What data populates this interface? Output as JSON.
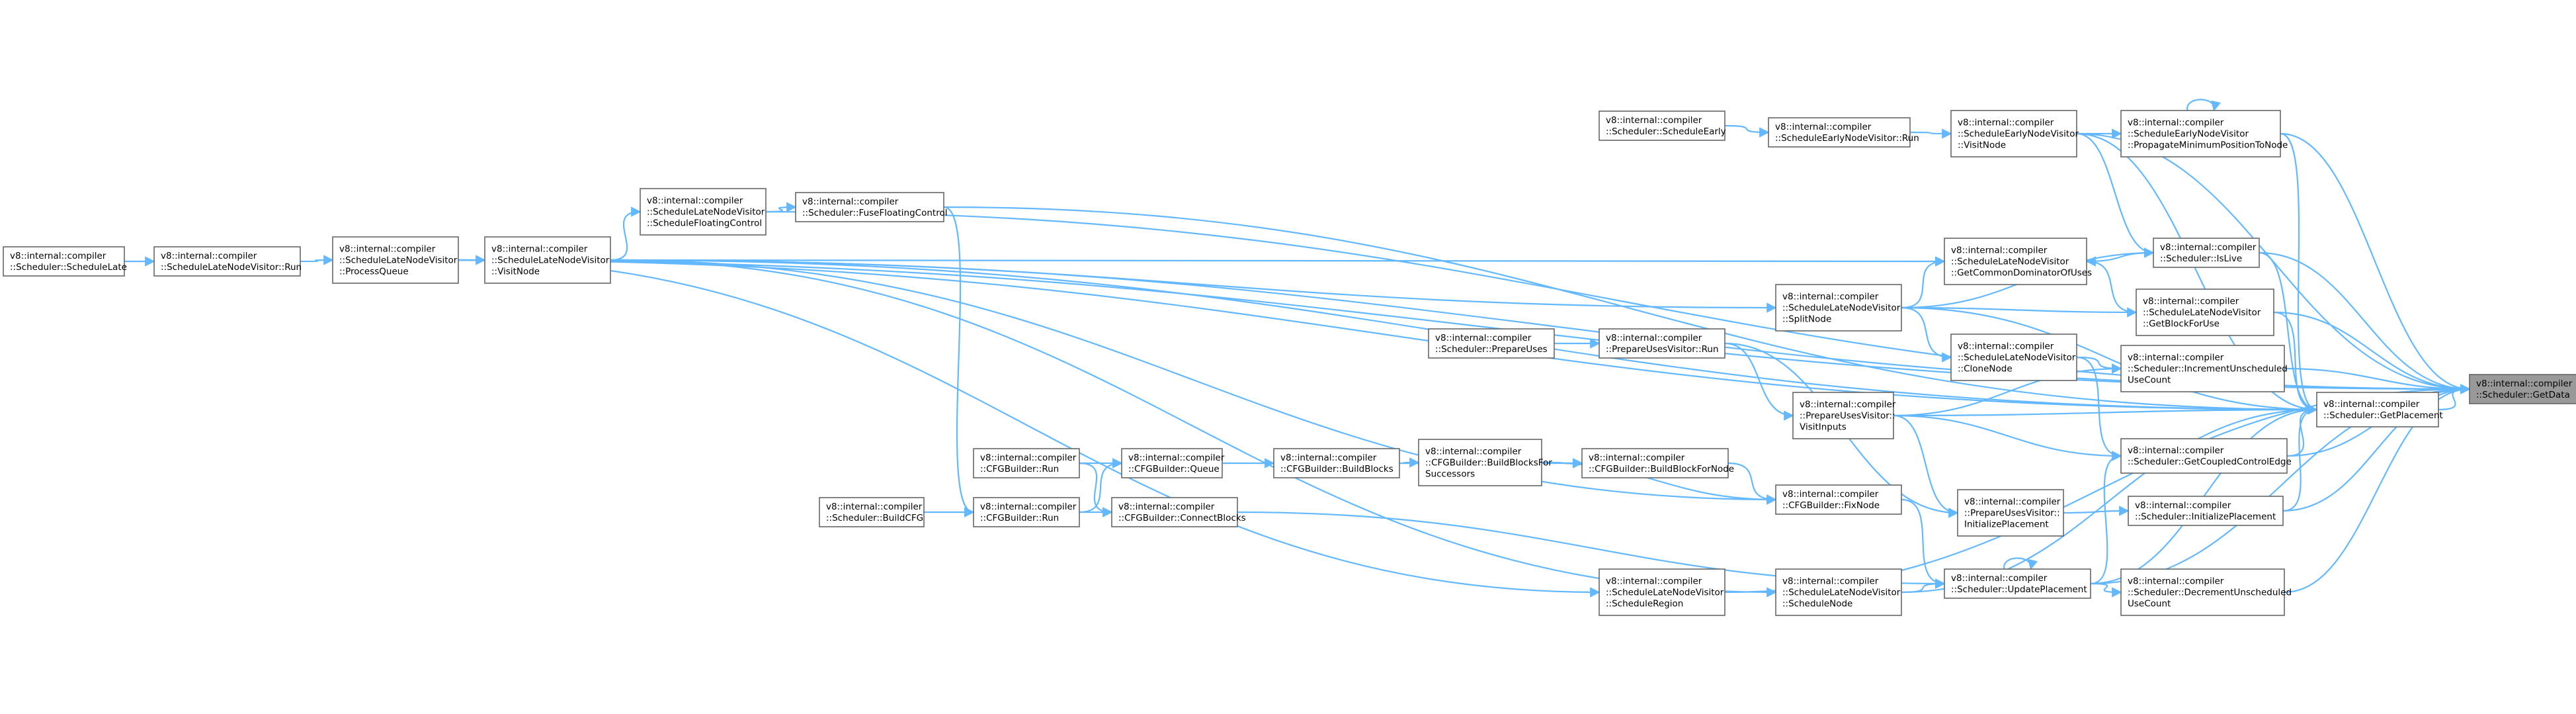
{
  "graph": {
    "nodes": [
      {
        "id": "getdata",
        "lines": [
          "v8::internal::compiler",
          "::Scheduler::GetData"
        ],
        "highlight": true
      },
      {
        "id": "getplacement",
        "lines": [
          "v8::internal::compiler",
          "::Scheduler::GetPlacement"
        ]
      },
      {
        "id": "propagate",
        "lines": [
          "v8::internal::compiler",
          "::ScheduleEarlyNodeVisitor",
          "::PropagateMinimumPositionToNode"
        ]
      },
      {
        "id": "islive",
        "lines": [
          "v8::internal::compiler",
          "::Scheduler::IsLive"
        ]
      },
      {
        "id": "getblockforuse",
        "lines": [
          "v8::internal::compiler",
          "::ScheduleLateNodeVisitor",
          "::GetBlockForUse"
        ]
      },
      {
        "id": "incrementunscheduled",
        "lines": [
          "v8::internal::compiler",
          "::Scheduler::IncrementUnscheduled",
          "UseCount"
        ]
      },
      {
        "id": "getcoupled",
        "lines": [
          "v8::internal::compiler",
          "::Scheduler::GetCoupledControlEdge"
        ]
      },
      {
        "id": "initializeplacement",
        "lines": [
          "v8::internal::compiler",
          "::Scheduler::InitializePlacement"
        ]
      },
      {
        "id": "decrementunscheduled",
        "lines": [
          "v8::internal::compiler",
          "::Scheduler::DecrementUnscheduled",
          "UseCount"
        ]
      },
      {
        "id": "earlyvisitnode",
        "lines": [
          "v8::internal::compiler",
          "::ScheduleEarlyNodeVisitor",
          "::VisitNode"
        ]
      },
      {
        "id": "getcommondom",
        "lines": [
          "v8::internal::compiler",
          "::ScheduleLateNodeVisitor",
          "::GetCommonDominatorOfUses"
        ]
      },
      {
        "id": "clonenode",
        "lines": [
          "v8::internal::compiler",
          "::ScheduleLateNodeVisitor",
          "::CloneNode"
        ]
      },
      {
        "id": "prepareusesinit",
        "lines": [
          "v8::internal::compiler",
          "::PrepareUsesVisitor::",
          "InitializePlacement"
        ]
      },
      {
        "id": "updateplacement",
        "lines": [
          "v8::internal::compiler",
          "::Scheduler::UpdatePlacement"
        ]
      },
      {
        "id": "earlyrun",
        "lines": [
          "v8::internal::compiler",
          "::ScheduleEarlyNodeVisitor::Run"
        ]
      },
      {
        "id": "splitnode",
        "lines": [
          "v8::internal::compiler",
          "::ScheduleLateNodeVisitor",
          "::SplitNode"
        ]
      },
      {
        "id": "visitinputs",
        "lines": [
          "v8::internal::compiler",
          "::PrepareUsesVisitor::",
          "VisitInputs"
        ]
      },
      {
        "id": "fixnode",
        "lines": [
          "v8::internal::compiler",
          "::CFGBuilder::FixNode"
        ]
      },
      {
        "id": "schedulenode",
        "lines": [
          "v8::internal::compiler",
          "::ScheduleLateNodeVisitor",
          "::ScheduleNode"
        ]
      },
      {
        "id": "scheduleearly",
        "lines": [
          "v8::internal::compiler",
          "::Scheduler::ScheduleEarly"
        ]
      },
      {
        "id": "prepareusesrun",
        "lines": [
          "v8::internal::compiler",
          "::PrepareUsesVisitor::Run"
        ]
      },
      {
        "id": "buildblockfornode",
        "lines": [
          "v8::internal::compiler",
          "::CFGBuilder::BuildBlockForNode"
        ]
      },
      {
        "id": "scheduleregion",
        "lines": [
          "v8::internal::compiler",
          "::ScheduleLateNodeVisitor",
          "::ScheduleRegion"
        ]
      },
      {
        "id": "prepareuses",
        "lines": [
          "v8::internal::compiler",
          "::Scheduler::PrepareUses"
        ]
      },
      {
        "id": "buildblocksforsucc",
        "lines": [
          "v8::internal::compiler",
          "::CFGBuilder::BuildBlocksFor",
          "Successors"
        ]
      },
      {
        "id": "buildblocks",
        "lines": [
          "v8::internal::compiler",
          "::CFGBuilder::BuildBlocks"
        ]
      },
      {
        "id": "cfgqueue",
        "lines": [
          "v8::internal::compiler",
          "::CFGBuilder::Queue"
        ]
      },
      {
        "id": "connectblocks",
        "lines": [
          "v8::internal::compiler",
          "::CFGBuilder::ConnectBlocks"
        ]
      },
      {
        "id": "cfgrun1",
        "lines": [
          "v8::internal::compiler",
          "::CFGBuilder::Run"
        ]
      },
      {
        "id": "cfgrun2",
        "lines": [
          "v8::internal::compiler",
          "::CFGBuilder::Run"
        ]
      },
      {
        "id": "buildcfg",
        "lines": [
          "v8::internal::compiler",
          "::Scheduler::BuildCFG"
        ]
      },
      {
        "id": "fusefloating",
        "lines": [
          "v8::internal::compiler",
          "::Scheduler::FuseFloatingControl"
        ]
      },
      {
        "id": "schedulefloating",
        "lines": [
          "v8::internal::compiler",
          "::ScheduleLateNodeVisitor",
          "::ScheduleFloatingControl"
        ]
      },
      {
        "id": "latevisitnode",
        "lines": [
          "v8::internal::compiler",
          "::ScheduleLateNodeVisitor",
          "::VisitNode"
        ]
      },
      {
        "id": "processqueue",
        "lines": [
          "v8::internal::compiler",
          "::ScheduleLateNodeVisitor",
          "::ProcessQueue"
        ]
      },
      {
        "id": "laterun",
        "lines": [
          "v8::internal::compiler",
          "::ScheduleLateNodeVisitor::Run"
        ]
      },
      {
        "id": "schedulelate",
        "lines": [
          "v8::internal::compiler",
          "::Scheduler::ScheduleLate"
        ]
      }
    ],
    "edges": [
      [
        "propagate",
        "getdata"
      ],
      [
        "islive",
        "getdata"
      ],
      [
        "getblockforuse",
        "getdata"
      ],
      [
        "incrementunscheduled",
        "getdata"
      ],
      [
        "getplacement",
        "getdata"
      ],
      [
        "getcoupled",
        "getdata"
      ],
      [
        "initializeplacement",
        "getdata"
      ],
      [
        "decrementunscheduled",
        "getdata"
      ],
      [
        "earlyvisitnode",
        "getdata"
      ],
      [
        "updateplacement",
        "getdata"
      ],
      [
        "processqueue",
        "getdata"
      ],
      [
        "latevisitnode",
        "getdata"
      ],
      [
        "schedulefloating",
        "getdata"
      ],
      [
        "scheduleregion",
        "getdata"
      ],
      [
        "propagate",
        "getplacement"
      ],
      [
        "islive",
        "getplacement"
      ],
      [
        "getblockforuse",
        "getplacement"
      ],
      [
        "getcoupled",
        "getplacement"
      ],
      [
        "initializeplacement",
        "getplacement"
      ],
      [
        "updateplacement",
        "getplacement"
      ],
      [
        "earlyvisitnode",
        "getplacement"
      ],
      [
        "visitinputs",
        "getplacement"
      ],
      [
        "fusefloating",
        "getplacement"
      ],
      [
        "splitnode",
        "getplacement"
      ],
      [
        "processqueue",
        "getplacement"
      ],
      [
        "propagate",
        "propagate"
      ],
      [
        "earlyvisitnode",
        "propagate"
      ],
      [
        "getcommondom",
        "islive"
      ],
      [
        "earlyvisitnode",
        "islive"
      ],
      [
        "splitnode",
        "islive"
      ],
      [
        "getblockforuse",
        "getcommondom"
      ],
      [
        "splitnode",
        "getcommondom"
      ],
      [
        "latevisitnode",
        "getcommondom"
      ],
      [
        "splitnode",
        "getblockforuse"
      ],
      [
        "clonenode",
        "incrementunscheduled"
      ],
      [
        "visitinputs",
        "incrementunscheduled"
      ],
      [
        "clonenode",
        "getcoupled"
      ],
      [
        "visitinputs",
        "getcoupled"
      ],
      [
        "updateplacement",
        "getcoupled"
      ],
      [
        "prepareusesinit",
        "initializeplacement"
      ],
      [
        "updateplacement",
        "decrementunscheduled"
      ],
      [
        "earlyrun",
        "earlyvisitnode"
      ],
      [
        "scheduleearly",
        "earlyrun"
      ],
      [
        "splitnode",
        "clonenode"
      ],
      [
        "latevisitnode",
        "splitnode"
      ],
      [
        "prepareusesrun",
        "visitinputs"
      ],
      [
        "prepareusesrun",
        "prepareusesinit"
      ],
      [
        "prepareuses",
        "prepareusesrun"
      ],
      [
        "visitinputs",
        "prepareusesinit"
      ],
      [
        "fixnode",
        "updateplacement"
      ],
      [
        "schedulenode",
        "updateplacement"
      ],
      [
        "updateplacement",
        "updateplacement"
      ],
      [
        "connectblocks",
        "updateplacement"
      ],
      [
        "buildblockfornode",
        "fixnode"
      ],
      [
        "buildblocksforsucc",
        "fixnode"
      ],
      [
        "buildblocksforsucc",
        "buildblockfornode"
      ],
      [
        "buildblocks",
        "buildblocksforsucc"
      ],
      [
        "buildblocks",
        "buildblockfornode"
      ],
      [
        "cfgqueue",
        "buildblocks"
      ],
      [
        "cfgrun1",
        "cfgqueue"
      ],
      [
        "cfgrun2",
        "cfgqueue"
      ],
      [
        "cfgrun2",
        "connectblocks"
      ],
      [
        "cfgrun1",
        "connectblocks"
      ],
      [
        "buildcfg",
        "cfgrun2"
      ],
      [
        "fusefloating",
        "cfgrun2"
      ],
      [
        "latevisitnode",
        "fixnode"
      ],
      [
        "latevisitnode",
        "schedulenode"
      ],
      [
        "processqueue",
        "scheduleregion"
      ],
      [
        "schedulefloating",
        "fusefloating"
      ],
      [
        "latevisitnode",
        "schedulefloating"
      ],
      [
        "processqueue",
        "latevisitnode"
      ],
      [
        "laterun",
        "processqueue"
      ],
      [
        "schedulelate",
        "laterun"
      ],
      [
        "latevisitnode",
        "getplacement"
      ],
      [
        "schedulenode",
        "getplacement"
      ]
    ]
  }
}
